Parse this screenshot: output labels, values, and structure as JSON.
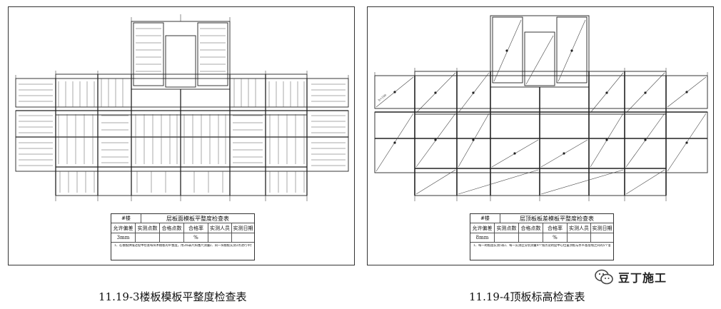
{
  "left_sheet": {
    "caption": "11.19-3楼板模板平整度检查表",
    "table": {
      "building": "#楼",
      "title": "层板面模板平整度检查表",
      "headers": [
        "允许偏差",
        "实测点数",
        "合格点数",
        "合格率",
        "实测人员",
        "实测日期"
      ],
      "values": [
        "3mm",
        "",
        "",
        "%",
        "",
        ""
      ],
      "notes": [
        "1、在模板拼缝过程中检查每块木模板的平整度，用2m靠尺和塞尺测量模板平整度。",
        "2、同一块模板实测3点进行平整度。"
      ]
    }
  },
  "right_sheet": {
    "caption": "11.19-4顶板标高检查表",
    "table": {
      "building": "#楼",
      "title": "层顶板板差模板平整度检查表",
      "headers": [
        "允许偏差",
        "实测点数",
        "合格点数",
        "合格率",
        "实测人员",
        "实测日期"
      ],
      "values": [
        "8mm",
        "",
        "",
        "%",
        "",
        ""
      ],
      "notes": [
        "1、每一跨板面实测5处。",
        "2、每一实测区分别测量4个角点及跨度中心位置顶板与水平基准线之间的5个垂直距离。"
      ]
    },
    "annotation_label": "h=100"
  },
  "watermark": {
    "text": "豆丁施工",
    "icon": "wechat-logo-icon"
  }
}
